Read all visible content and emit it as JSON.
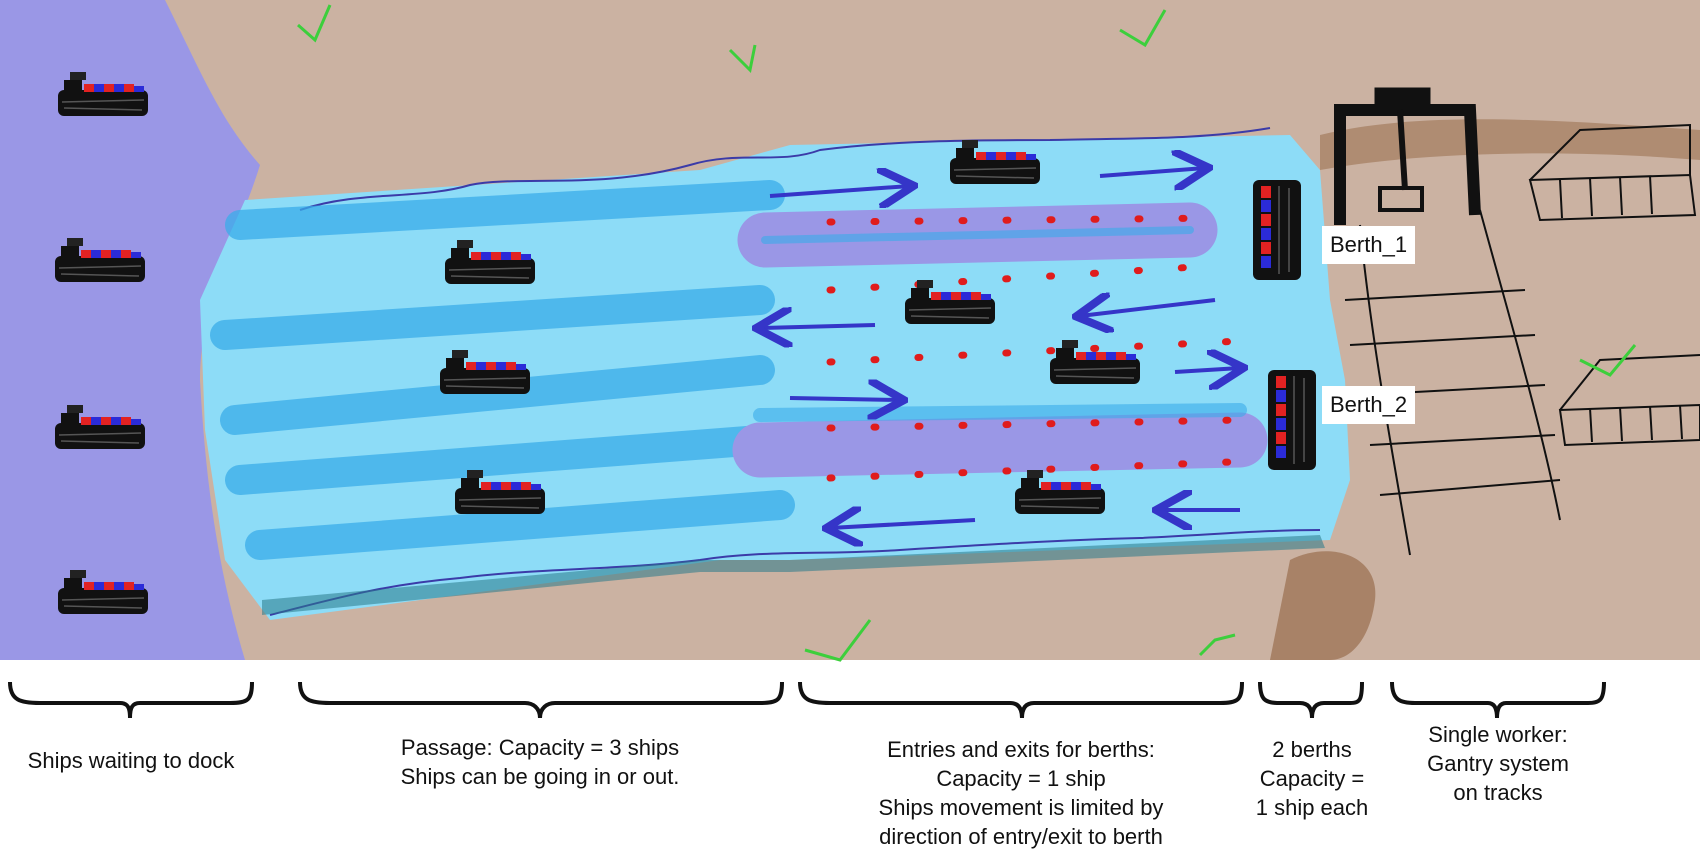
{
  "berths": [
    {
      "label": "Berth_1"
    },
    {
      "label": "Berth_2"
    }
  ],
  "captions": [
    {
      "lines": [
        "Ships waiting to dock"
      ]
    },
    {
      "lines": [
        "Passage: Capacity = 3 ships",
        "Ships can be going in or out."
      ]
    },
    {
      "lines": [
        "Entries and exits for berths:",
        "Capacity = 1 ship",
        "Ships movement is limited by",
        "direction of entry/exit to berth"
      ]
    },
    {
      "lines": [
        "2 berths",
        "Capacity =",
        "1 ship each"
      ]
    },
    {
      "lines": [
        "Single worker:",
        "Gantry system",
        "on tracks"
      ]
    }
  ],
  "colors": {
    "sea": "#9a97e6",
    "land": "#cbb2a2",
    "channel": "#8ddcf7",
    "lane": "#3aace9",
    "arrow": "#3535c8",
    "marker": "#e01c1c",
    "ship_hull": "#111111",
    "ship_cargo_red": "#e22222",
    "ship_cargo_blue": "#2b2bd8",
    "grass": "#3ccf3c"
  }
}
